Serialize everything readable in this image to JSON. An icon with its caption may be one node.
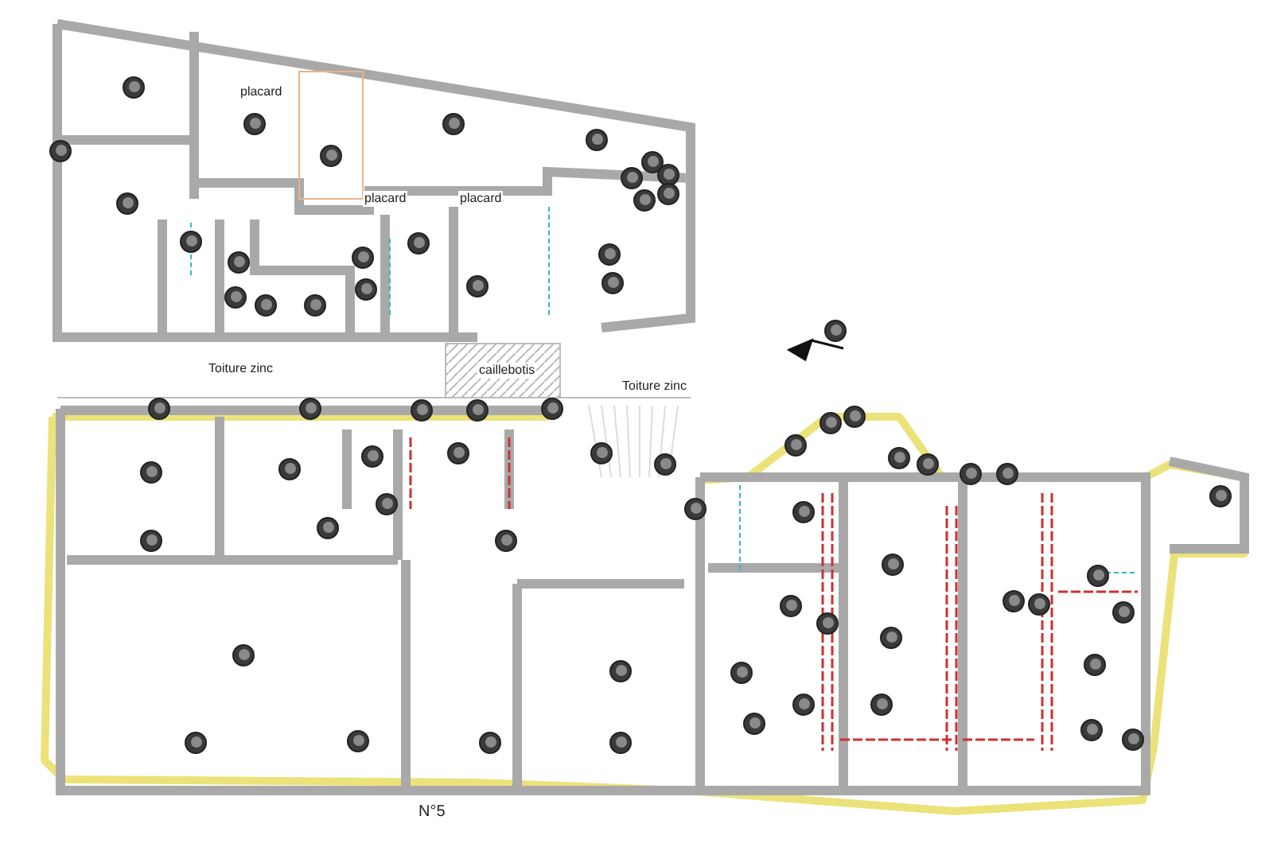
{
  "diagram": {
    "labels": [
      "placard",
      "placard",
      "placard",
      "Toiture zinc",
      "caillebotis",
      "Toiture zinc",
      "N°5"
    ]
  }
}
